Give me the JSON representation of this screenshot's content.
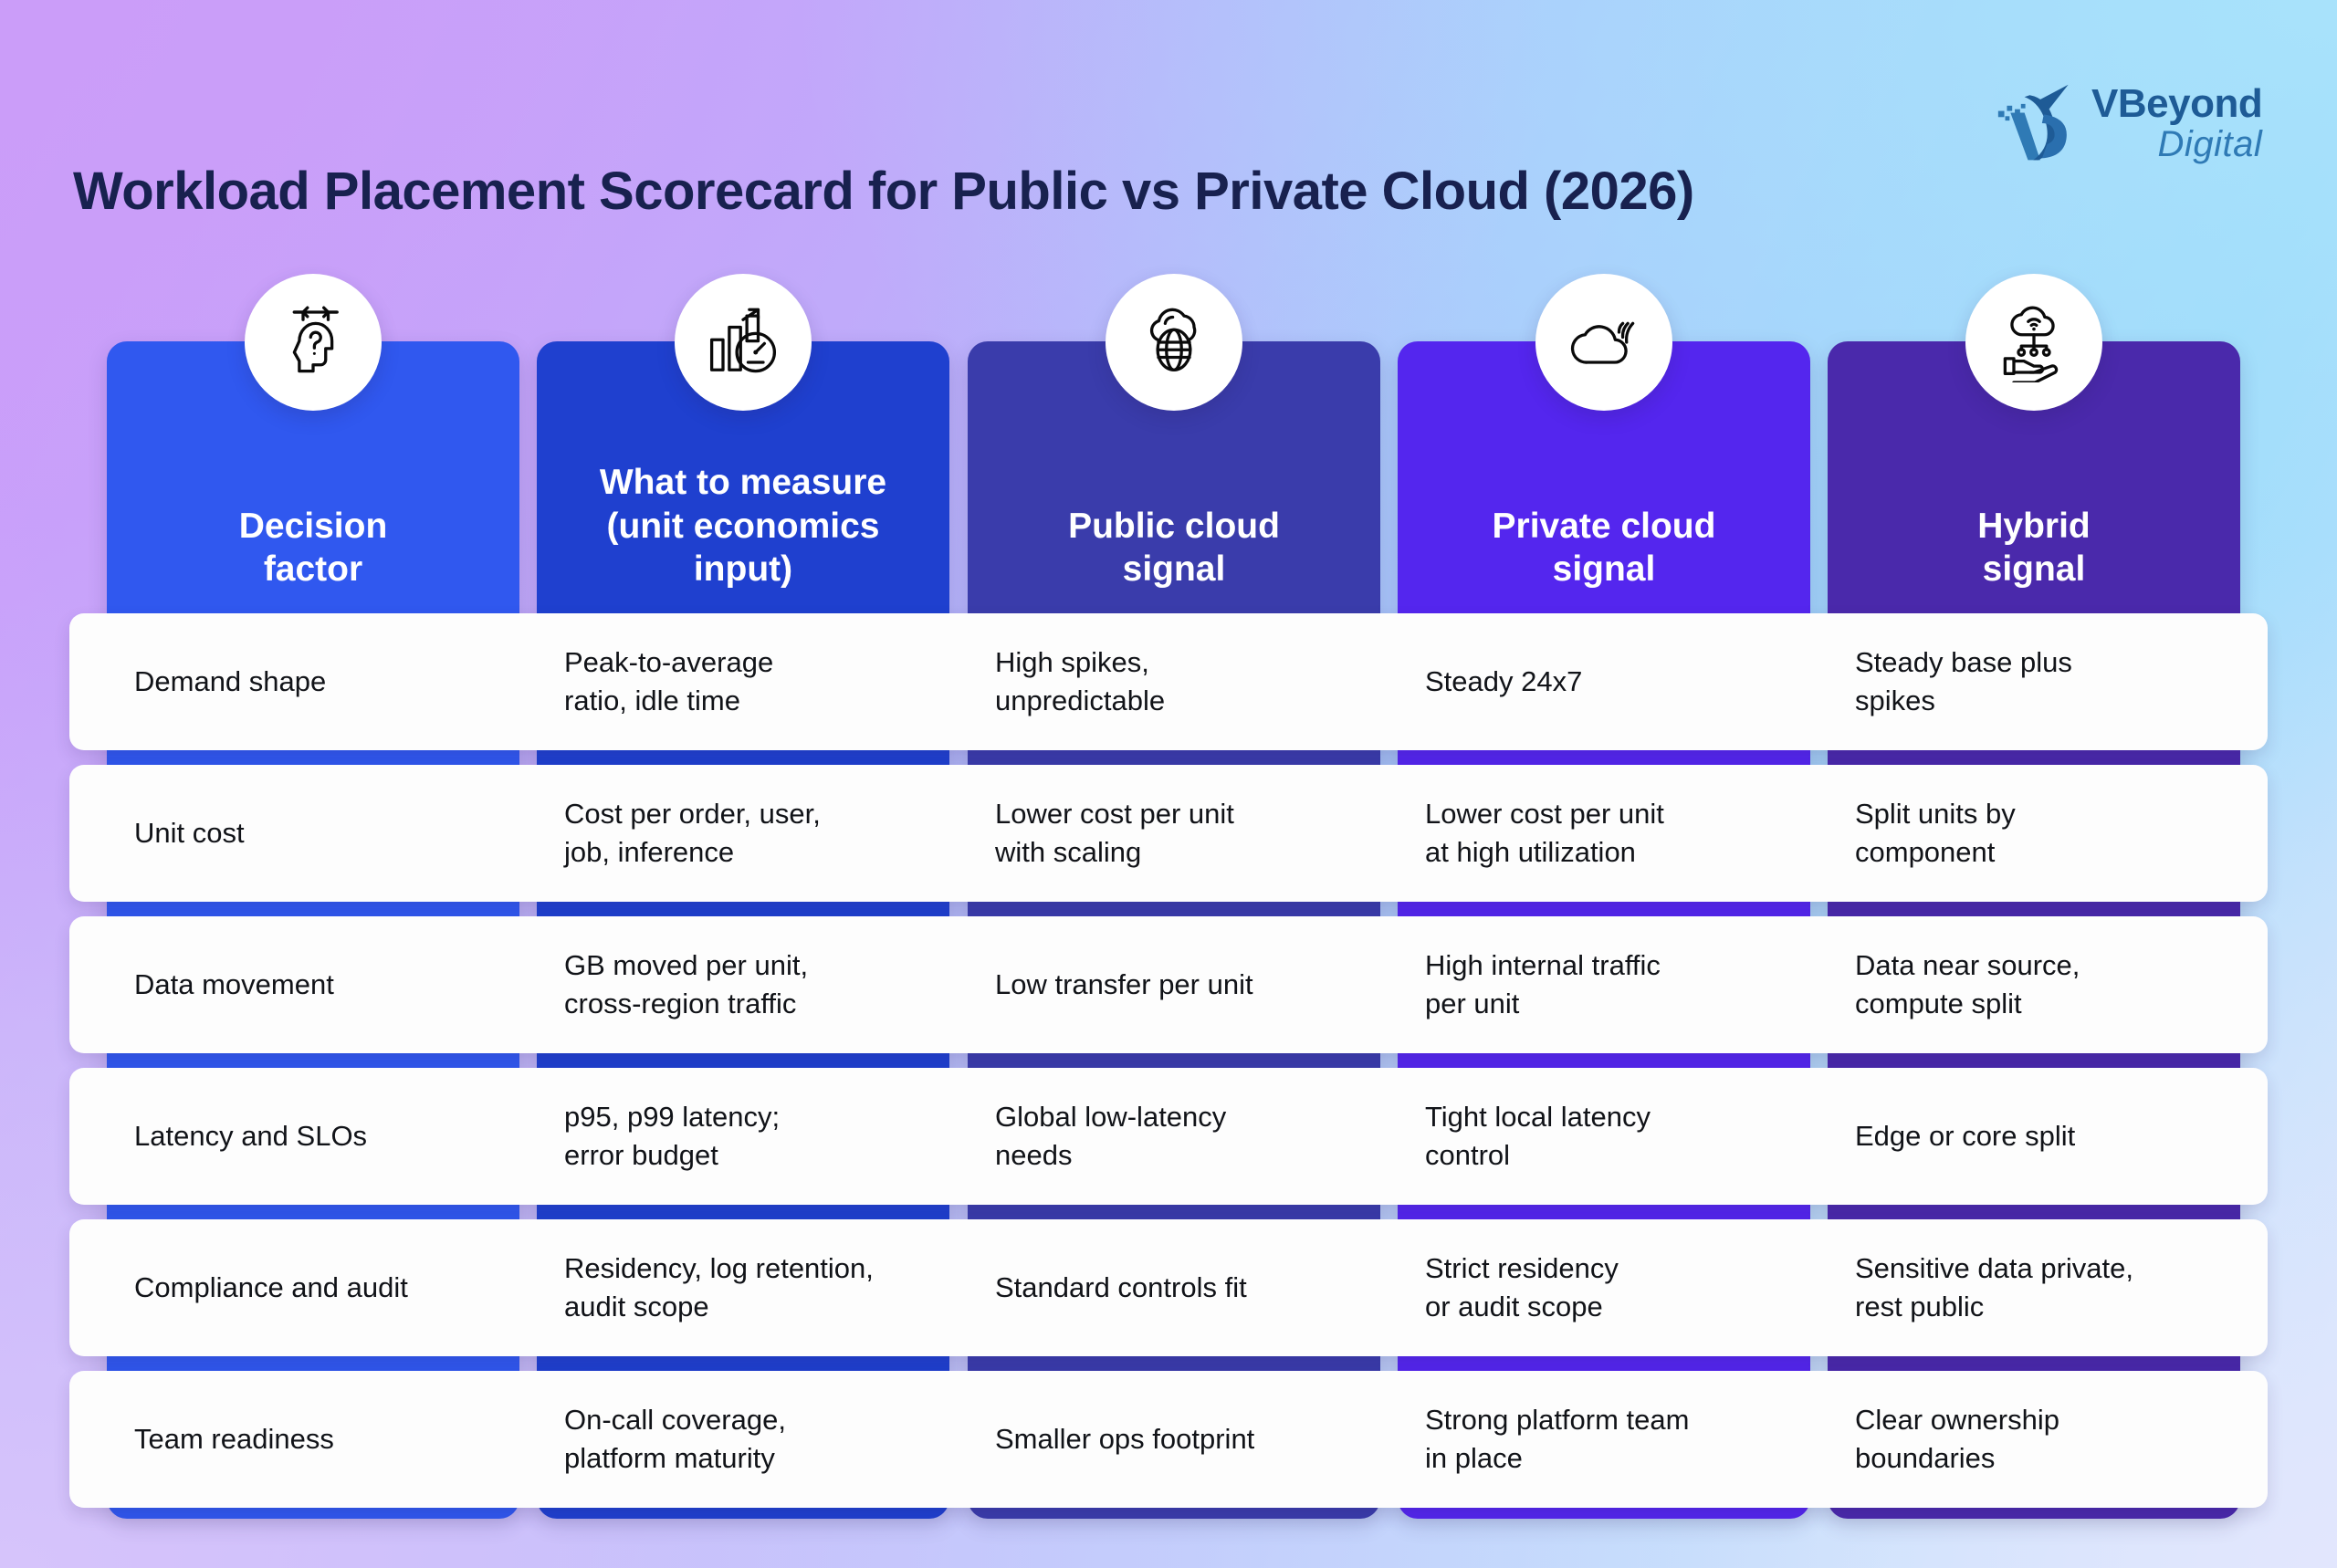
{
  "brand": {
    "name_line1": "VBeyond",
    "name_line2": "Digital",
    "logo_icon": "vbeyond-v-d-mark",
    "color_primary": "#1e5b96",
    "color_secondary": "#2f7ab5"
  },
  "title": "Workload Placement Scorecard for Public vs Private Cloud (2026)",
  "theme": {
    "background_top_left": "#cb9df9",
    "background_top_right": "#a8e2fb",
    "background_bottom_left": "#d6c4fb",
    "background_bottom_right": "#e2e6fd",
    "title_color": "#18214f",
    "row_card_color": "#fdfdfd",
    "row_text_color": "#111318"
  },
  "columns": [
    {
      "label": "Decision\nfactor",
      "color": "#3058ef",
      "icon": "head-question-decision-icon"
    },
    {
      "label": "What to measure\n(unit economics\ninput)",
      "color": "#1f40cf",
      "icon": "bar-chart-gauge-icon"
    },
    {
      "label": "Public cloud\nsignal",
      "color": "#3a3cab",
      "icon": "globe-cloud-icon"
    },
    {
      "label": "Private cloud\nsignal",
      "color": "#5426ee",
      "icon": "cloud-signal-icon"
    },
    {
      "label": "Hybrid\nsignal",
      "color": "#4a29ab",
      "icon": "hand-cloud-network-icon"
    }
  ],
  "rows": [
    {
      "factor": "Demand shape",
      "measure": "Peak-to-average\nratio, idle time",
      "public": "High spikes,\nunpredictable",
      "private": "Steady 24x7",
      "hybrid": "Steady base plus\nspikes"
    },
    {
      "factor": "Unit cost",
      "measure": "Cost per order, user,\njob, inference",
      "public": "Lower cost per unit\nwith scaling",
      "private": "Lower cost per unit\nat high utilization",
      "hybrid": "Split units by\ncomponent"
    },
    {
      "factor": "Data movement",
      "measure": "GB moved per unit,\ncross-region traffic",
      "public": "Low transfer per unit",
      "private": "High internal traffic\nper unit",
      "hybrid": "Data near source,\ncompute split"
    },
    {
      "factor": "Latency and SLOs",
      "measure": "p95, p99 latency;\nerror budget",
      "public": "Global low-latency\nneeds",
      "private": "Tight local latency\ncontrol",
      "hybrid": "Edge or core split"
    },
    {
      "factor": "Compliance and audit",
      "measure": "Residency, log retention,\naudit scope",
      "public": "Standard controls fit",
      "private": "Strict residency\nor audit scope",
      "hybrid": "Sensitive data private,\nrest public"
    },
    {
      "factor": "Team readiness",
      "measure": "On-call coverage,\nplatform maturity",
      "public": "Smaller ops footprint",
      "private": "Strong platform team\nin place",
      "hybrid": "Clear ownership\nboundaries"
    }
  ]
}
